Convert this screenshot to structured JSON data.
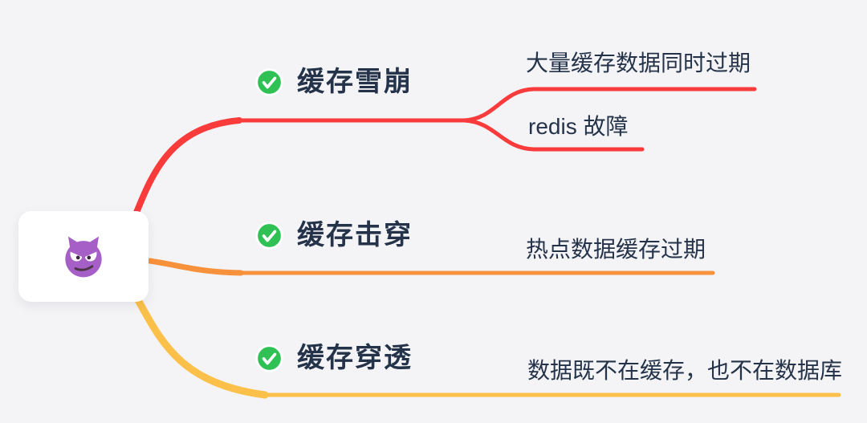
{
  "root": {
    "icon": "devil-face-emoji"
  },
  "branches": [
    {
      "label": "缓存雪崩",
      "color_name": "red",
      "children": [
        "大量缓存数据同时过期",
        "redis 故障"
      ]
    },
    {
      "label": "缓存击穿",
      "color_name": "orange",
      "children": [
        "热点数据缓存过期"
      ]
    },
    {
      "label": "缓存穿透",
      "color_name": "yellow",
      "children": [
        "数据既不在缓存，也不在数据库"
      ]
    }
  ],
  "colors": {
    "background": "#F4F4F6",
    "text": "#24334A",
    "check_green": "#2FC153",
    "check_mark_white": "#FFFFFF",
    "branch_red": "#F93B3C",
    "branch_orange": "#F8913C",
    "branch_yellow": "#FBC04A",
    "root_node_bg": "#FFFFFF",
    "emoji_purple": "#A55FC6",
    "emoji_mouth": "#4D3543"
  }
}
